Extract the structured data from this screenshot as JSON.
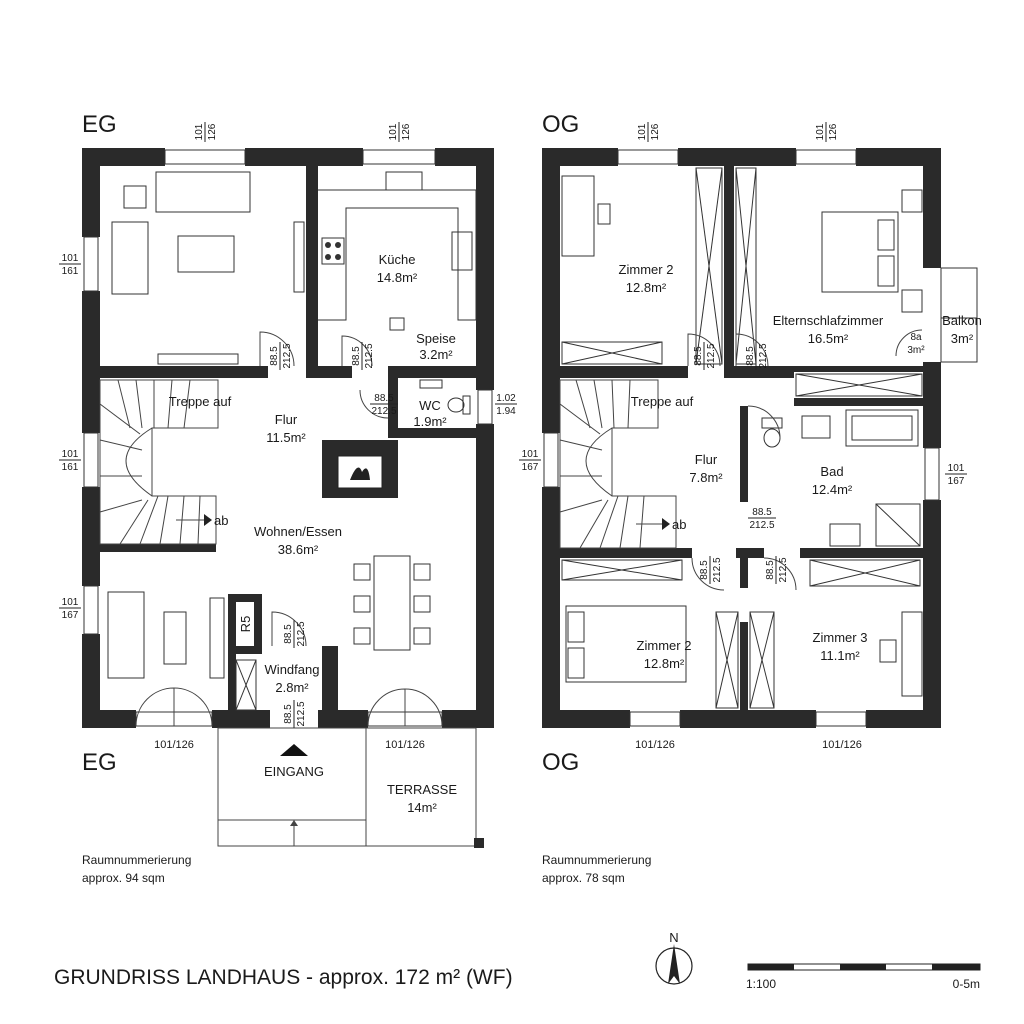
{
  "floors": {
    "eg": {
      "label_top": "EG",
      "label_bottom": "EG",
      "area_note": "approx. 94 sqm",
      "numbering": "Raumnummerierung",
      "rooms": {
        "kueche": {
          "name": "Küche",
          "area": "14.8m²"
        },
        "speise": {
          "name": "Speise",
          "area": "3.2m²"
        },
        "flur": {
          "name": "Flur",
          "area": "11.5m²"
        },
        "wc": {
          "name": "WC",
          "area": "1.9m²"
        },
        "wohnen": {
          "name": "Wohnen/Essen",
          "area": "38.6m²"
        },
        "windfang": {
          "name": "Windfang",
          "area": "2.8m²"
        },
        "r5": "R5"
      },
      "stairs": {
        "up": "Treppe auf",
        "down": "ab"
      },
      "entrance": "EINGANG",
      "terrace": {
        "name": "TERRASSE",
        "area": "14m²"
      }
    },
    "og": {
      "label_top": "OG",
      "label_bottom": "OG",
      "area_note": "approx. 78 sqm",
      "numbering": "Raumnummerierung",
      "rooms": {
        "zimmer2a": {
          "name": "Zimmer 2",
          "area": "12.8m²"
        },
        "eltern": {
          "name": "Elternschlafzimmer",
          "area": "16.5m²"
        },
        "balkon": {
          "name": "Balkon",
          "area": "3m²"
        },
        "flur": {
          "name": "Flur",
          "area": "7.8m²"
        },
        "bad": {
          "name": "Bad",
          "area": "12.4m²"
        },
        "zimmer2b": {
          "name": "Zimmer 2",
          "area": "12.8m²"
        },
        "zimmer3": {
          "name": "Zimmer 3",
          "area": "11.1m²"
        }
      },
      "stairs": {
        "up": "Treppe auf",
        "down": "ab"
      },
      "balkon_door": {
        "top": "8a",
        "bottom": "3m²"
      }
    }
  },
  "dims": {
    "win_top": "101",
    "win_bottom_126": "126",
    "win_bottom_161": "161",
    "win_bottom_167": "167",
    "win_101_126": "101/126",
    "door_top": "88.5",
    "door_bottom": "212.5",
    "wc_win_top": "1.02",
    "wc_win_bottom": "1.94"
  },
  "title": "GRUNDRISS LANDHAUS - approx. 172 m² (WF)",
  "north": "N",
  "scale": {
    "ratio": "1:100",
    "range": "0-5m"
  }
}
